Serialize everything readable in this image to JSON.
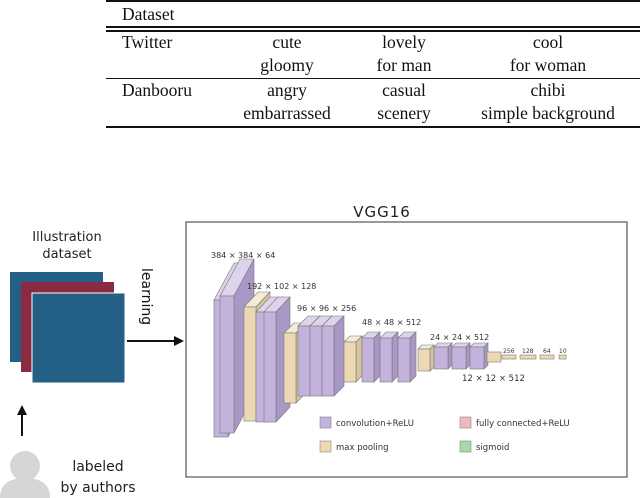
{
  "table": {
    "header": "Dataset",
    "rows": [
      {
        "name": "Twitter",
        "c1": [
          "cute",
          "gloomy"
        ],
        "c2": [
          "lovely",
          "for man"
        ],
        "c3": [
          "cool",
          "for woman"
        ]
      },
      {
        "name": "Danbooru",
        "c1": [
          "angry",
          "embarrassed"
        ],
        "c2": [
          "casual",
          "scenery"
        ],
        "c3": [
          "chibi",
          "simple background"
        ]
      }
    ]
  },
  "diagram": {
    "title": "VGG16",
    "dataset_label_1": "Illustration",
    "dataset_label_2": "dataset",
    "learning_label": "learning",
    "labeled_1": "labeled",
    "labeled_2": "by authors",
    "sizes": {
      "s384": "384 × 384 × 64",
      "s192": "192 × 102 × 128",
      "s96": "96 × 96 × 256",
      "s48": "48 × 48 × 512",
      "s24": "24 × 24 × 512",
      "s12": "12 × 12 × 512",
      "fc256": "256",
      "fc128": "128",
      "fc64": "64",
      "fc10": "10"
    },
    "legend": {
      "conv": "convolution+ReLU",
      "fc": "fully connected+ReLU",
      "pool": "max pooling",
      "sigmoid": "sigmoid"
    },
    "colors": {
      "conv": "#c3b3dc",
      "pool": "#ecd9b3",
      "fc": "#f0b8be",
      "sigmoid": "#a6d9a6",
      "dataset_blue": "#245f86",
      "dataset_red": "#8a2a43"
    }
  }
}
